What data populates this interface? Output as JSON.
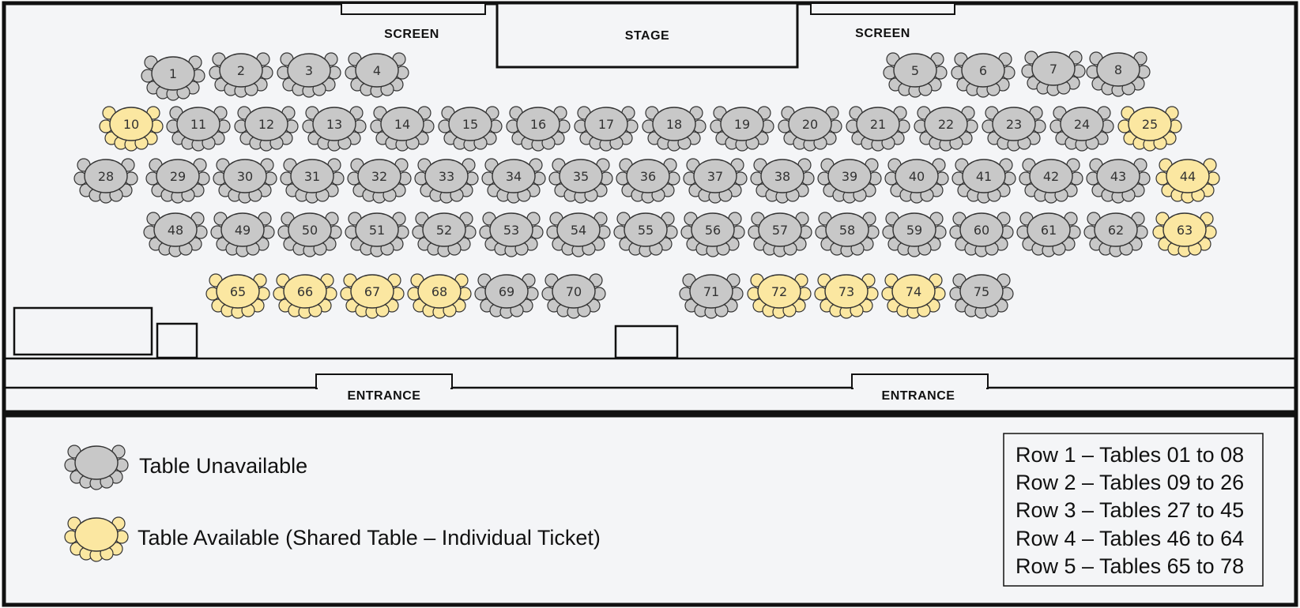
{
  "labels": {
    "screen_left": "SCREEN",
    "stage": "STAGE",
    "screen_right": "SCREEN",
    "entrance_left": "ENTRANCE",
    "entrance_right": "ENTRANCE"
  },
  "colors": {
    "unavailable": "#c8c8c8",
    "available": "#fbe7a1",
    "background": "#f4f5f7",
    "outline": "#111111"
  },
  "tables": [
    {
      "n": "1",
      "s": "unavailable"
    },
    {
      "n": "2",
      "s": "unavailable"
    },
    {
      "n": "3",
      "s": "unavailable"
    },
    {
      "n": "4",
      "s": "unavailable"
    },
    {
      "n": "5",
      "s": "unavailable"
    },
    {
      "n": "6",
      "s": "unavailable"
    },
    {
      "n": "7",
      "s": "unavailable"
    },
    {
      "n": "8",
      "s": "unavailable"
    },
    {
      "n": "10",
      "s": "available"
    },
    {
      "n": "11",
      "s": "unavailable"
    },
    {
      "n": "12",
      "s": "unavailable"
    },
    {
      "n": "13",
      "s": "unavailable"
    },
    {
      "n": "14",
      "s": "unavailable"
    },
    {
      "n": "15",
      "s": "unavailable"
    },
    {
      "n": "16",
      "s": "unavailable"
    },
    {
      "n": "17",
      "s": "unavailable"
    },
    {
      "n": "18",
      "s": "unavailable"
    },
    {
      "n": "19",
      "s": "unavailable"
    },
    {
      "n": "20",
      "s": "unavailable"
    },
    {
      "n": "21",
      "s": "unavailable"
    },
    {
      "n": "22",
      "s": "unavailable"
    },
    {
      "n": "23",
      "s": "unavailable"
    },
    {
      "n": "24",
      "s": "unavailable"
    },
    {
      "n": "25",
      "s": "available"
    },
    {
      "n": "28",
      "s": "unavailable"
    },
    {
      "n": "29",
      "s": "unavailable"
    },
    {
      "n": "30",
      "s": "unavailable"
    },
    {
      "n": "31",
      "s": "unavailable"
    },
    {
      "n": "32",
      "s": "unavailable"
    },
    {
      "n": "33",
      "s": "unavailable"
    },
    {
      "n": "34",
      "s": "unavailable"
    },
    {
      "n": "35",
      "s": "unavailable"
    },
    {
      "n": "36",
      "s": "unavailable"
    },
    {
      "n": "37",
      "s": "unavailable"
    },
    {
      "n": "38",
      "s": "unavailable"
    },
    {
      "n": "39",
      "s": "unavailable"
    },
    {
      "n": "40",
      "s": "unavailable"
    },
    {
      "n": "41",
      "s": "unavailable"
    },
    {
      "n": "42",
      "s": "unavailable"
    },
    {
      "n": "43",
      "s": "unavailable"
    },
    {
      "n": "44",
      "s": "available"
    },
    {
      "n": "48",
      "s": "unavailable"
    },
    {
      "n": "49",
      "s": "unavailable"
    },
    {
      "n": "50",
      "s": "unavailable"
    },
    {
      "n": "51",
      "s": "unavailable"
    },
    {
      "n": "52",
      "s": "unavailable"
    },
    {
      "n": "53",
      "s": "unavailable"
    },
    {
      "n": "54",
      "s": "unavailable"
    },
    {
      "n": "55",
      "s": "unavailable"
    },
    {
      "n": "56",
      "s": "unavailable"
    },
    {
      "n": "57",
      "s": "unavailable"
    },
    {
      "n": "58",
      "s": "unavailable"
    },
    {
      "n": "59",
      "s": "unavailable"
    },
    {
      "n": "60",
      "s": "unavailable"
    },
    {
      "n": "61",
      "s": "unavailable"
    },
    {
      "n": "62",
      "s": "unavailable"
    },
    {
      "n": "63",
      "s": "available"
    },
    {
      "n": "65",
      "s": "available"
    },
    {
      "n": "66",
      "s": "available"
    },
    {
      "n": "67",
      "s": "available"
    },
    {
      "n": "68",
      "s": "available"
    },
    {
      "n": "69",
      "s": "unavailable"
    },
    {
      "n": "70",
      "s": "unavailable"
    },
    {
      "n": "71",
      "s": "unavailable"
    },
    {
      "n": "72",
      "s": "available"
    },
    {
      "n": "73",
      "s": "available"
    },
    {
      "n": "74",
      "s": "available"
    },
    {
      "n": "75",
      "s": "unavailable"
    }
  ],
  "legend": {
    "unavailable_label": "Table Unavailable",
    "available_label": "Table Available (Shared Table – Individual Ticket)"
  },
  "row_key": [
    "Row 1 – Tables 01 to 08",
    "Row 2 – Tables 09 to 26",
    "Row 3 – Tables 27 to 45",
    "Row 4 – Tables 46 to 64",
    "Row 5 – Tables 65 to 78"
  ]
}
